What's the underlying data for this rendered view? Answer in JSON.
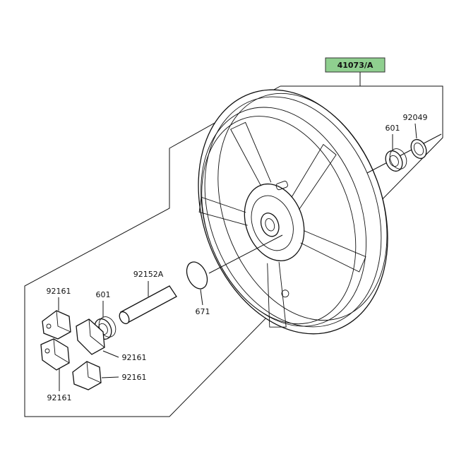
{
  "colors": {
    "main_label_fill": "#8fcf8f",
    "line": "#111111",
    "background": "#ffffff"
  },
  "labels": {
    "main_assembly": "41073/A",
    "oil_seal": "92049",
    "bearing_right": "601",
    "axle_sleeve": "92152A",
    "o_ring": "671",
    "bearing_left": "601",
    "damper_top": "92161",
    "damper_middle": "92161",
    "damper_lower_right": "92161",
    "damper_bottom": "92161"
  },
  "icons": {
    "wheel": "rear-wheel-icon",
    "bearing": "bearing-icon",
    "seal": "oil-seal-icon",
    "sleeve": "sleeve-icon",
    "oring": "o-ring-icon",
    "damper": "rubber-damper-icon"
  }
}
